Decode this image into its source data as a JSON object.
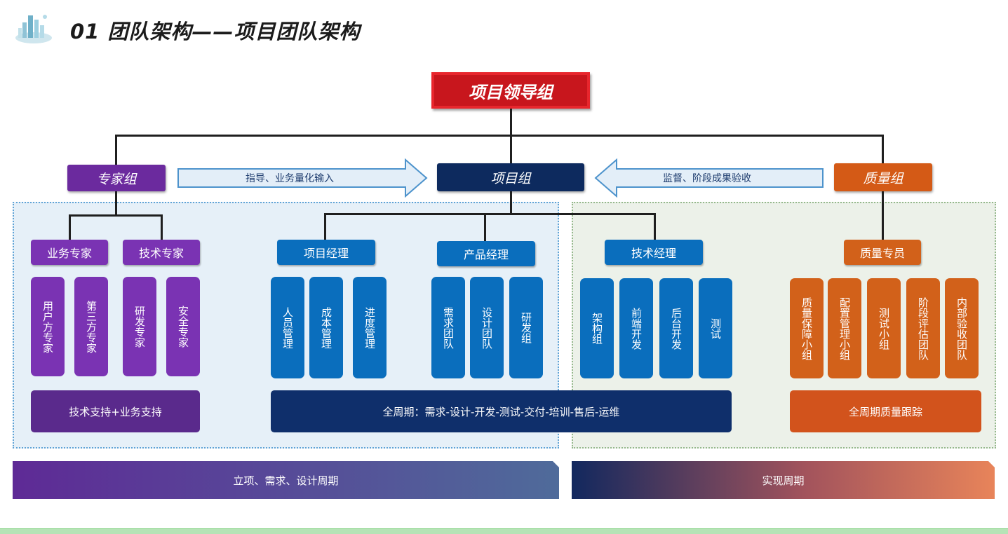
{
  "header": {
    "title": "01 团队架构——项目团队架构"
  },
  "top": {
    "leader": "项目领导组"
  },
  "groups": {
    "expert": "专家组",
    "project": "项目组",
    "quality": "质量组",
    "arrow_left": "指导、业务量化输入",
    "arrow_right": "监督、阶段成果验收"
  },
  "expert": {
    "roles": [
      "业务专家",
      "技术专家"
    ],
    "members": [
      "用户方专家",
      "第三方专家",
      "研发专家",
      "安全专家"
    ],
    "support": "技术支持+业务支持"
  },
  "project": {
    "roles": [
      "项目经理",
      "产品经理",
      "技术经理"
    ],
    "pm_members": [
      "人员管理",
      "成本管理",
      "进度管理"
    ],
    "product_members": [
      "需求团队",
      "设计团队",
      "研发组"
    ],
    "tech_members": [
      "架构组",
      "前端开发",
      "后台开发",
      "测试"
    ],
    "lifecycle": "全周期：需求-设计-开发-测试-交付-培训-售后-运维"
  },
  "quality": {
    "role": "质量专员",
    "members": [
      "质量保障小组",
      "配置管理小组",
      "测试小组",
      "阶段评估团队",
      "内部验收团队"
    ],
    "tracking": "全周期质量跟踪"
  },
  "phases": {
    "left": "立项、需求、设计周期",
    "right": "实现周期"
  },
  "colors": {
    "leader": "#c8161d",
    "expert": "#7a33b3",
    "project_head": "#0d2a5e",
    "quality": "#d2611a",
    "role_blue": "#0a6ebd"
  },
  "icons": {
    "logo": "city-skyline-icon"
  }
}
